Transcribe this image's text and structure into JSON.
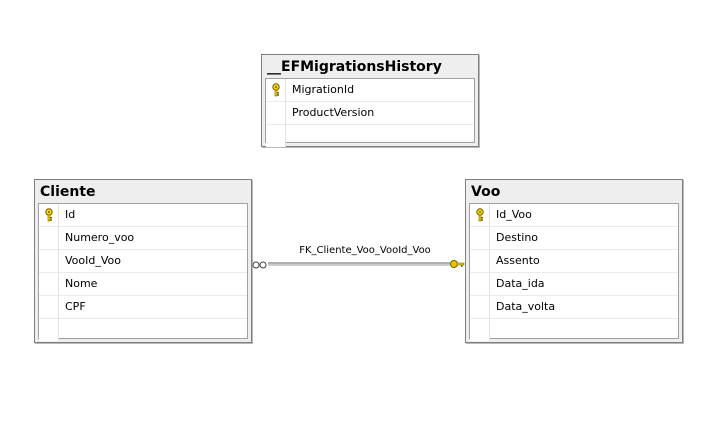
{
  "tables": {
    "ef_history": {
      "title": "__EFMigrationsHistory",
      "columns": [
        "MigrationId",
        "ProductVersion"
      ]
    },
    "cliente": {
      "title": "Cliente",
      "columns": [
        "Id",
        "Numero_voo",
        "VooId_Voo",
        "Nome",
        "CPF"
      ]
    },
    "voo": {
      "title": "Voo",
      "columns": [
        "Id_Voo",
        "Destino",
        "Assento",
        "Data_ida",
        "Data_volta"
      ]
    }
  },
  "relationship": {
    "label": "FK_Cliente_Voo_VooId_Voo"
  },
  "colors": {
    "key_gold": "#e8c400",
    "line": "#606060"
  }
}
